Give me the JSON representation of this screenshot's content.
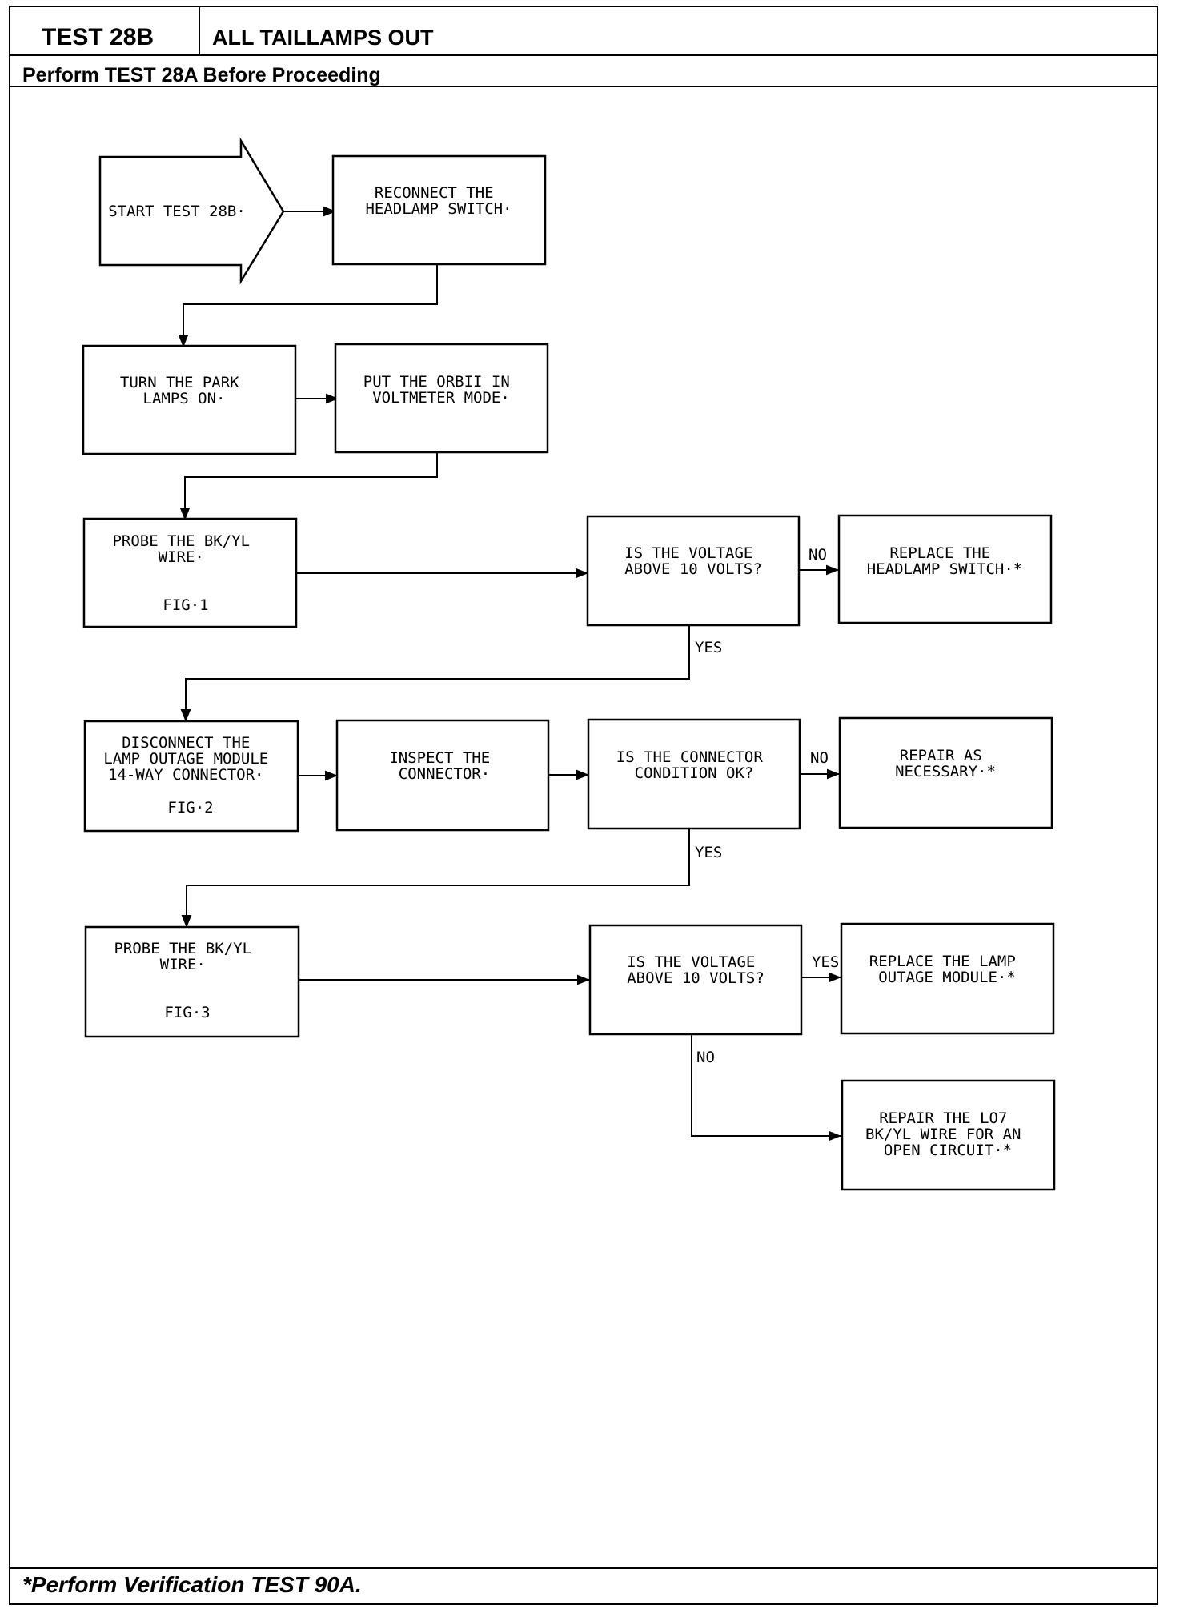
{
  "header": {
    "test_id": "TEST 28B",
    "title": "ALL TAILLAMPS OUT",
    "subtitle": "Perform TEST 28A Before Proceeding"
  },
  "flowchart": {
    "start": [
      "START TEST 28B·"
    ],
    "reconnect": [
      "RECONNECT THE",
      "HEADLAMP SWITCH·"
    ],
    "park_lamps": [
      "TURN THE PARK",
      "LAMPS ON·"
    ],
    "voltmeter": [
      "PUT THE ORBII IN",
      "VOLTMETER MODE·"
    ],
    "probe1": [
      "PROBE THE BK/YL",
      "WIRE·",
      "",
      "FIG·1"
    ],
    "q_voltage1": [
      "IS THE VOLTAGE",
      "ABOVE 10 VOLTS?"
    ],
    "replace_switch": [
      "REPLACE THE",
      "HEADLAMP SWITCH·*"
    ],
    "disconnect": [
      "DISCONNECT THE",
      "LAMP OUTAGE MODULE",
      "14-WAY CONNECTOR·",
      "",
      "FIG·2"
    ],
    "inspect": [
      "INSPECT THE",
      "CONNECTOR·"
    ],
    "q_connector": [
      "IS THE CONNECTOR",
      "CONDITION OK?"
    ],
    "repair_nec": [
      "REPAIR AS",
      "NECESSARY·*"
    ],
    "probe2": [
      "PROBE THE BK/YL",
      "WIRE·",
      "",
      "FIG·3"
    ],
    "q_voltage2": [
      "IS THE VOLTAGE",
      "ABOVE 10 VOLTS?"
    ],
    "replace_module": [
      "REPLACE THE LAMP",
      "OUTAGE MODULE·*"
    ],
    "repair_wire": [
      "REPAIR THE LO7",
      "BK/YL WIRE FOR AN",
      "OPEN CIRCUIT·*"
    ],
    "labels": {
      "no1": "NO",
      "yes1": "YES",
      "no2": "NO",
      "yes2": "YES",
      "yes3": "YES",
      "no3": "NO"
    }
  },
  "footer": {
    "note": "*Perform Verification TEST 90A."
  }
}
